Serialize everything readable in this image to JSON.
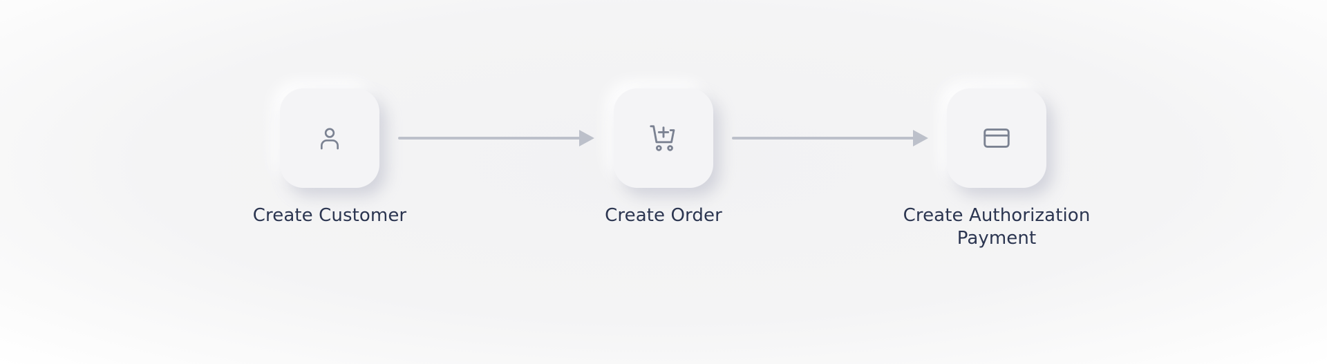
{
  "diagram": {
    "steps": [
      {
        "label": "Create Customer",
        "icon": "user-icon"
      },
      {
        "label": "Create Order",
        "icon": "cart-add-icon"
      },
      {
        "label": "Create Authorization Payment",
        "icon": "credit-card-icon"
      }
    ],
    "colors": {
      "icon_stroke": "#7b8292",
      "label_text": "#2b3550",
      "connector": "#bcc0ca",
      "tile_background": "#f4f4f6"
    }
  }
}
